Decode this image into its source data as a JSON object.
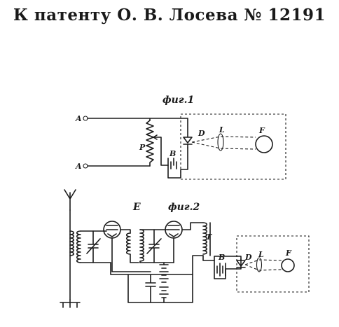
{
  "title": "К патенту О. В. Лосева № 12191",
  "fig1": {
    "caption": "фиг.1",
    "terminal_top": "A",
    "terminal_bottom": "A",
    "potentiometer": "P",
    "battery": "B",
    "detector": "D",
    "lens": "L",
    "screen": "F"
  },
  "fig2": {
    "caption": "фиг.2",
    "amplifier": "E",
    "transformer": "T",
    "battery": "B",
    "detector": "D",
    "lens": "L",
    "screen": "F"
  }
}
